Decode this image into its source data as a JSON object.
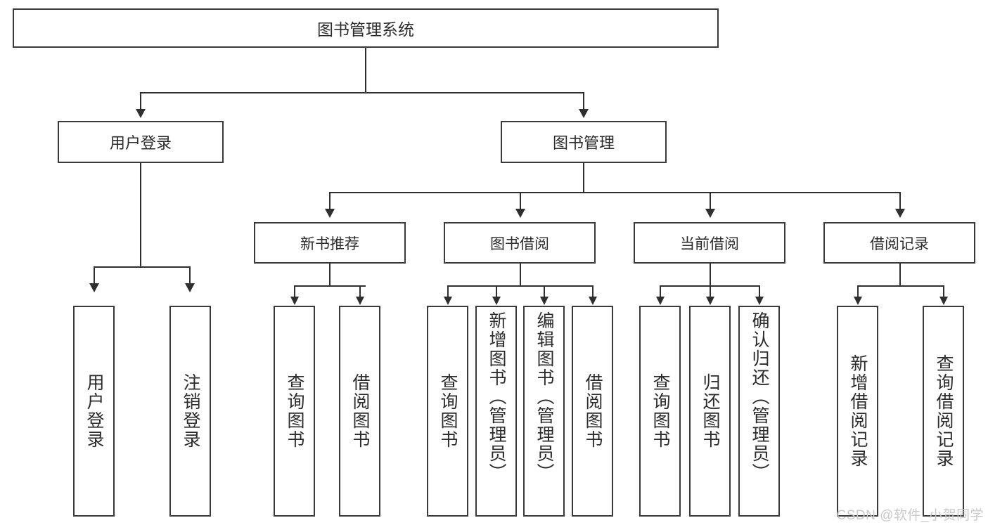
{
  "diagram": {
    "type": "tree-hierarchy-chart",
    "root": {
      "label": "图书管理系统"
    },
    "level2": [
      {
        "label": "用户登录"
      },
      {
        "label": "图书管理"
      }
    ],
    "level3": [
      {
        "label": "新书推荐"
      },
      {
        "label": "图书借阅"
      },
      {
        "label": "当前借阅"
      },
      {
        "label": "借阅记录"
      }
    ],
    "leaves": [
      {
        "label": "用户登录"
      },
      {
        "label": "注销登录"
      },
      {
        "label": "查询图书"
      },
      {
        "label": "借阅图书"
      },
      {
        "label": "查询图书"
      },
      {
        "label": "新增图书（管理员）"
      },
      {
        "label": "编辑图书（管理员）"
      },
      {
        "label": "借阅图书"
      },
      {
        "label": "查询图书"
      },
      {
        "label": "归还图书"
      },
      {
        "label": "确认归还（管理员）"
      },
      {
        "label": "新增借阅记录"
      },
      {
        "label": "查询借阅记录"
      }
    ]
  },
  "watermark": {
    "text": "CSDN @软件_小贺同学"
  },
  "colors": {
    "stroke": "#3a3a3a",
    "connector": "#2f2f2f",
    "background": "#ffffff",
    "text": "#2b2b2b",
    "watermark": "#c9c9c9"
  }
}
